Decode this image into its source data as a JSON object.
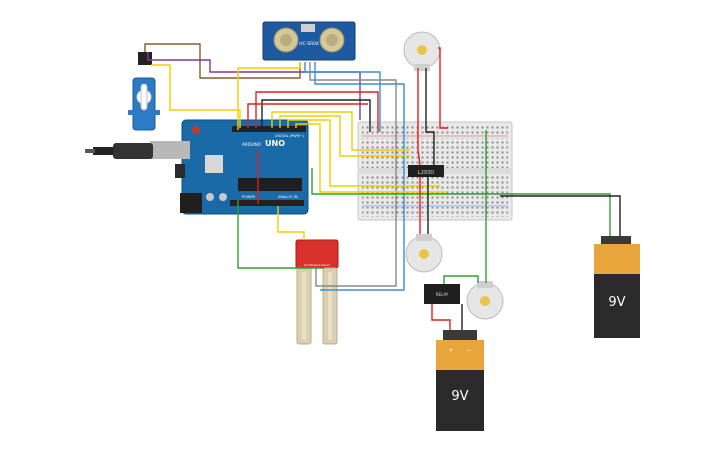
{
  "components": {
    "arduino": {
      "logo_text": "UNO",
      "brand_text": "ARDUINO",
      "digital_text": "DIGITAL (PWM~)",
      "power_text": "POWER",
      "analog_text": "ANALOG IN"
    },
    "sensor": {
      "model_text": "HC-SR04"
    },
    "driver_chip": {
      "text": "L293D"
    },
    "relay": {
      "text": "RELAY"
    },
    "moisture_sensor": {
      "text": "Soil Moisture Sensor"
    },
    "battery_right": {
      "label": "9V"
    },
    "battery_bottom": {
      "label": "9V",
      "plus": "+",
      "minus": "−"
    }
  },
  "colors": {
    "arduino_board": "#1a6aa8",
    "breadboard": "#ebebeb",
    "battery_top": "#e8a53c",
    "battery_body": "#2a2a2a",
    "moisture_board": "#d8302a",
    "wire_red": "#e01f1f",
    "wire_black": "#222222",
    "wire_yellow": "#f0d000",
    "wire_green": "#2fa12f",
    "wire_blue": "#3a8fd6",
    "wire_brown": "#8a5a2b",
    "wire_purple": "#7a3c9a",
    "wire_gray": "#888888"
  }
}
